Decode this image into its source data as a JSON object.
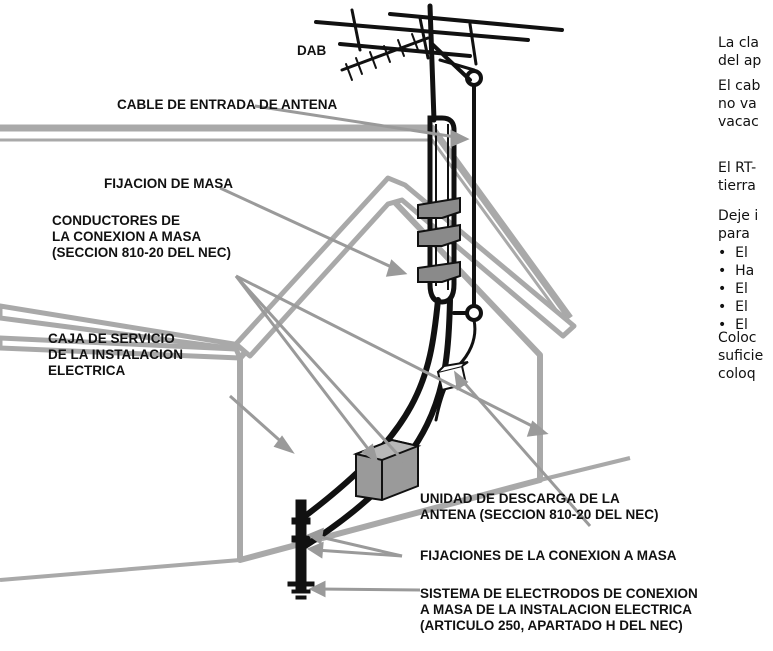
{
  "labels": {
    "dab": "DAB",
    "cable_entrada": "CABLE DE ENTRADA DE ANTENA",
    "fijacion_masa": "FIJACION DE MASA",
    "conductores": "CONDUCTORES DE\nLA CONEXION A MASA\n(SECCION 810-20 DEL NEC)",
    "caja_servicio": "CAJA DE SERVICIO\nDE LA INSTALACION\nELECTRICA",
    "unidad_descarga": "UNIDAD DE DESCARGA DE LA\nANTENA (SECCION 810-20 DEL NEC)",
    "fijaciones_conexion": "FIJACIONES DE LA CONEXION A MASA",
    "sistema_electrodos": "SISTEMA DE ELECTRODOS DE CONEXION\nA MASA DE LA INSTALACION ELECTRICA\n(ARTICULO 250, APARTADO H DEL NEC)"
  },
  "side_text": {
    "p1": "La cla\ndel ap",
    "p2": "El cab\nno va\nvacac",
    "p3": "El RT-\ntierra",
    "p4": "Deje i\npara",
    "bullets": "•  El\n•  Ha\n•  El\n•  El\n•  El",
    "p5": "Coloc\nsuficie\ncoloq"
  },
  "colors": {
    "house": "#a9a9a9",
    "house_fill": "#ffffff",
    "wire": "#111111",
    "clamp": "#8a8a8a",
    "box_fill": "#9a9a9a",
    "arrow": "#9a9a9a"
  }
}
